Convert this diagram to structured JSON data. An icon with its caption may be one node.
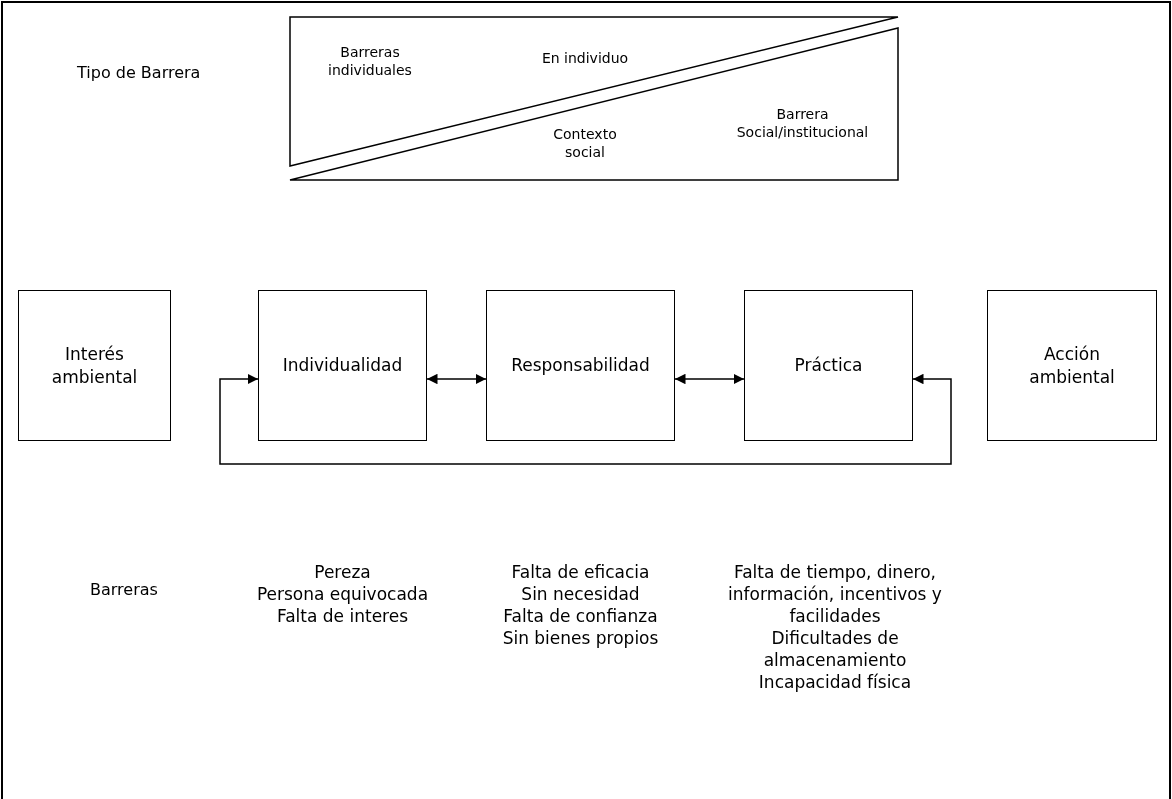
{
  "diagram": {
    "nodes": [
      {
        "text": [
          "Barreras individuales",
          "En individuo"
        ]
      },
      {
        "text": [
          "Contexto social",
          "Barrera Social/institucional"
        ]
      },
      {
        "text": [
          "Interés ambiental"
        ]
      },
      {
        "text": [
          "Individualidad"
        ],
        "beside": [
          "Pereza",
          "Persona equivocada",
          "Falta de interes"
        ]
      },
      {
        "text": [
          "Responsabilidad"
        ],
        "beside": [
          "Falta de eficacia",
          "Sin necesidad",
          "Falta de confianza",
          "Sin bienes propios"
        ]
      },
      {
        "text": [
          "Práctica"
        ],
        "beside": [
          "Falta de tiempo, dinero, información, incentivos y facilidades",
          "Dificultades de almacenamiento",
          "Incapacidad física"
        ]
      },
      {
        "text": [
          "Acción ambiental"
        ]
      }
    ],
    "edges": [
      {
        "from": 3,
        "to": 4,
        "arrow": "both"
      },
      {
        "from": 4,
        "to": 5,
        "arrow": "both"
      },
      {
        "from": 3,
        "to": 5,
        "arrow": "both"
      }
    ],
    "labels": [
      "Tipo de Barrera",
      "Barreras"
    ]
  }
}
